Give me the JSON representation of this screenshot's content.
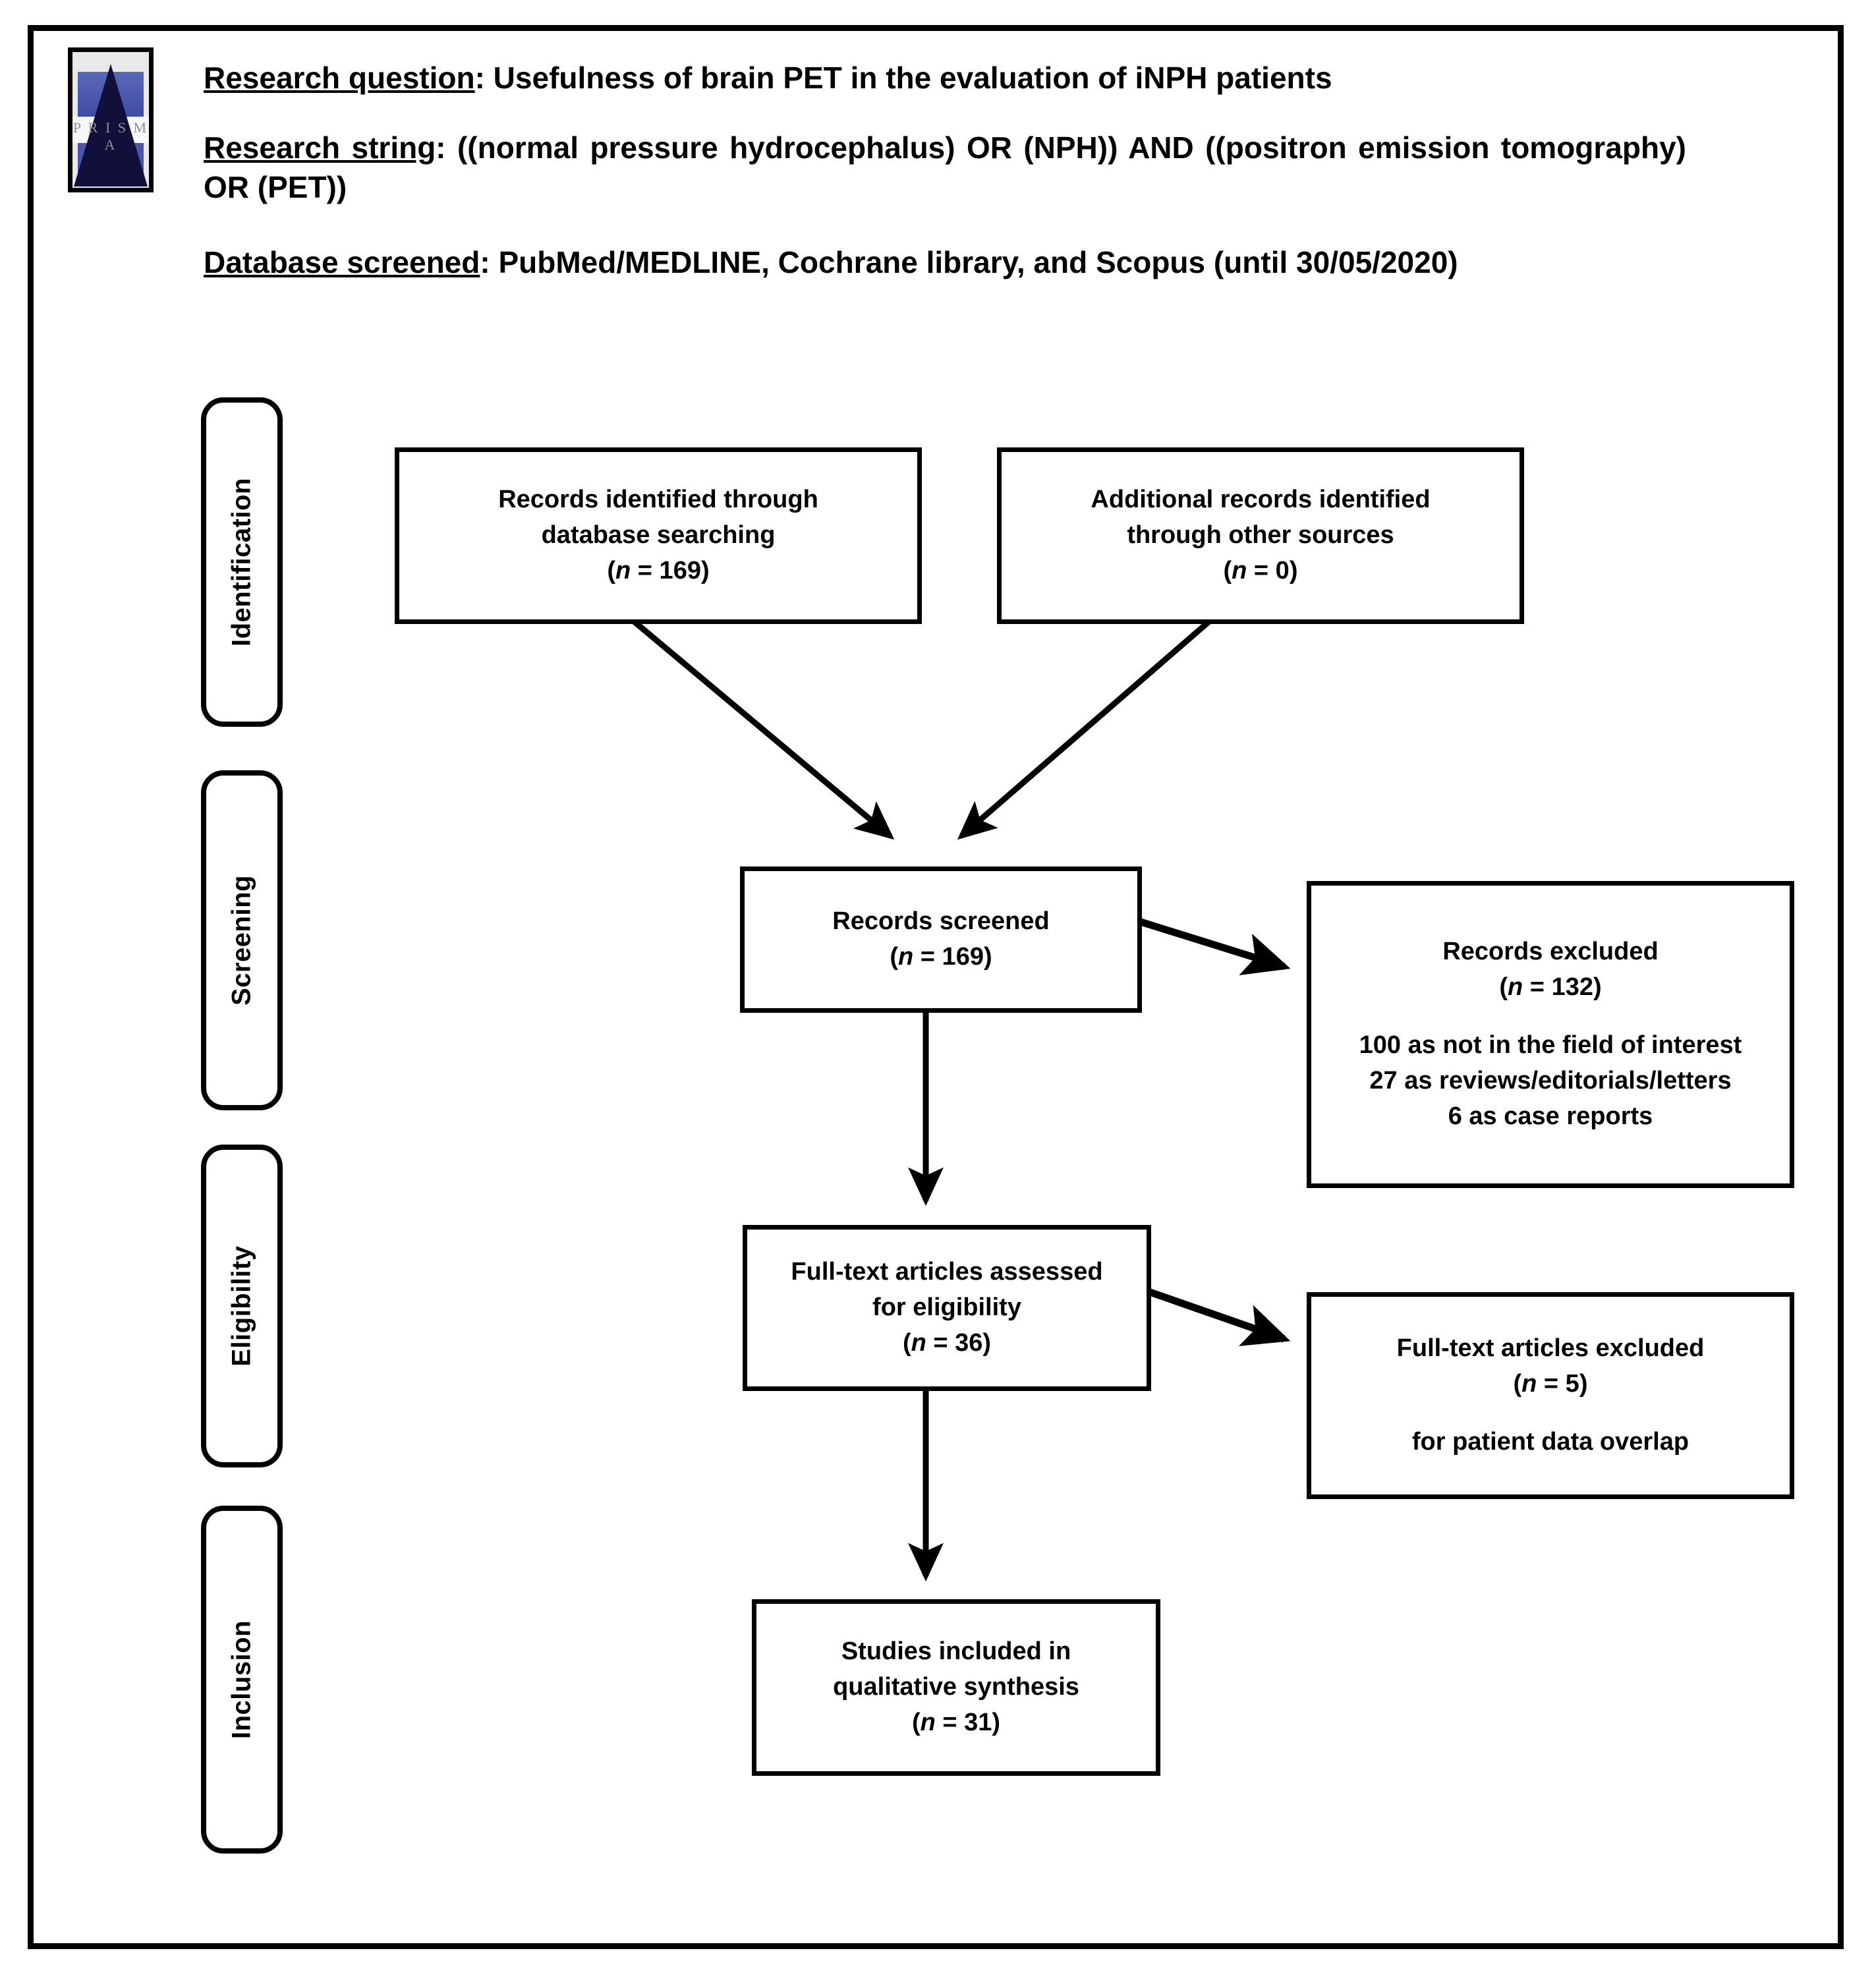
{
  "figure": {
    "type": "prisma-flow-diagram",
    "logo": {
      "name": "PRISMA",
      "wordmark": "P R I S M A"
    }
  },
  "header": {
    "question_label": "Research question",
    "question_text": ": Usefulness of brain PET in the evaluation of iNPH patients",
    "string_label": "Research string",
    "string_text": ": ((normal pressure hydrocephalus) OR (NPH)) AND ((positron emission tomography) OR (PET))",
    "database_label": "Database screened",
    "database_text": ": PubMed/MEDLINE, Cochrane library, and Scopus (until 30/05/2020)"
  },
  "stages": [
    {
      "id": "identification",
      "label": "Identification"
    },
    {
      "id": "screening",
      "label": "Screening"
    },
    {
      "id": "eligibility",
      "label": "Eligibility"
    },
    {
      "id": "inclusion",
      "label": "Inclusion"
    }
  ],
  "boxes": {
    "db_search": {
      "line1": "Records identified through",
      "line2": "database searching",
      "count_prefix": "(",
      "count_n": "n",
      "count_value": " = 169)"
    },
    "other_sources": {
      "line1": "Additional records identified",
      "line2": "through other sources",
      "count_prefix": "(",
      "count_n": "n",
      "count_value": " = 0)"
    },
    "screened": {
      "line1": "Records screened",
      "count_prefix": "(",
      "count_n": "n",
      "count_value": " = 169)"
    },
    "records_excluded": {
      "line1": "Records excluded",
      "count_prefix": "(",
      "count_n": "n",
      "count_value": " = 132)",
      "reason1": "100 as not in the field of interest",
      "reason2": "27 as reviews/editorials/letters",
      "reason3": "6 as case reports"
    },
    "fulltext_assessed": {
      "line1": "Full-text articles assessed",
      "line2": "for eligibility",
      "count_prefix": "(",
      "count_n": "n",
      "count_value": " = 36)"
    },
    "fulltext_excluded": {
      "line1": "Full-text articles excluded",
      "count_prefix": "(",
      "count_n": "n",
      "count_value": " = 5)",
      "reason1": "for patient data overlap"
    },
    "included": {
      "line1": "Studies included in",
      "line2": "qualitative synthesis",
      "count_prefix": "(",
      "count_n": "n",
      "count_value": " = 31)"
    }
  },
  "chart_data": {
    "type": "flowchart",
    "title": "PRISMA flow diagram",
    "nodes": [
      {
        "id": "db_search",
        "stage": "Identification",
        "label": "Records identified through database searching",
        "n": 169
      },
      {
        "id": "other_sources",
        "stage": "Identification",
        "label": "Additional records identified through other sources",
        "n": 0
      },
      {
        "id": "screened",
        "stage": "Screening",
        "label": "Records screened",
        "n": 169
      },
      {
        "id": "records_excluded",
        "stage": "Screening",
        "label": "Records excluded",
        "n": 132,
        "reasons": [
          {
            "count": 100,
            "text": "as not in the field of interest"
          },
          {
            "count": 27,
            "text": "as reviews/editorials/letters"
          },
          {
            "count": 6,
            "text": "as case reports"
          }
        ]
      },
      {
        "id": "fulltext_assessed",
        "stage": "Eligibility",
        "label": "Full-text articles assessed for eligibility",
        "n": 36
      },
      {
        "id": "fulltext_excluded",
        "stage": "Eligibility",
        "label": "Full-text articles excluded",
        "n": 5,
        "reasons": [
          {
            "text": "for patient data overlap"
          }
        ]
      },
      {
        "id": "included",
        "stage": "Inclusion",
        "label": "Studies included in qualitative synthesis",
        "n": 31
      }
    ],
    "edges": [
      {
        "from": "db_search",
        "to": "screened"
      },
      {
        "from": "other_sources",
        "to": "screened"
      },
      {
        "from": "screened",
        "to": "records_excluded"
      },
      {
        "from": "screened",
        "to": "fulltext_assessed"
      },
      {
        "from": "fulltext_assessed",
        "to": "fulltext_excluded"
      },
      {
        "from": "fulltext_assessed",
        "to": "included"
      }
    ]
  },
  "colors": {
    "stroke": "#000000",
    "background": "#ffffff",
    "logo_blue": "#4a57ad",
    "logo_dark": "#10103a"
  }
}
